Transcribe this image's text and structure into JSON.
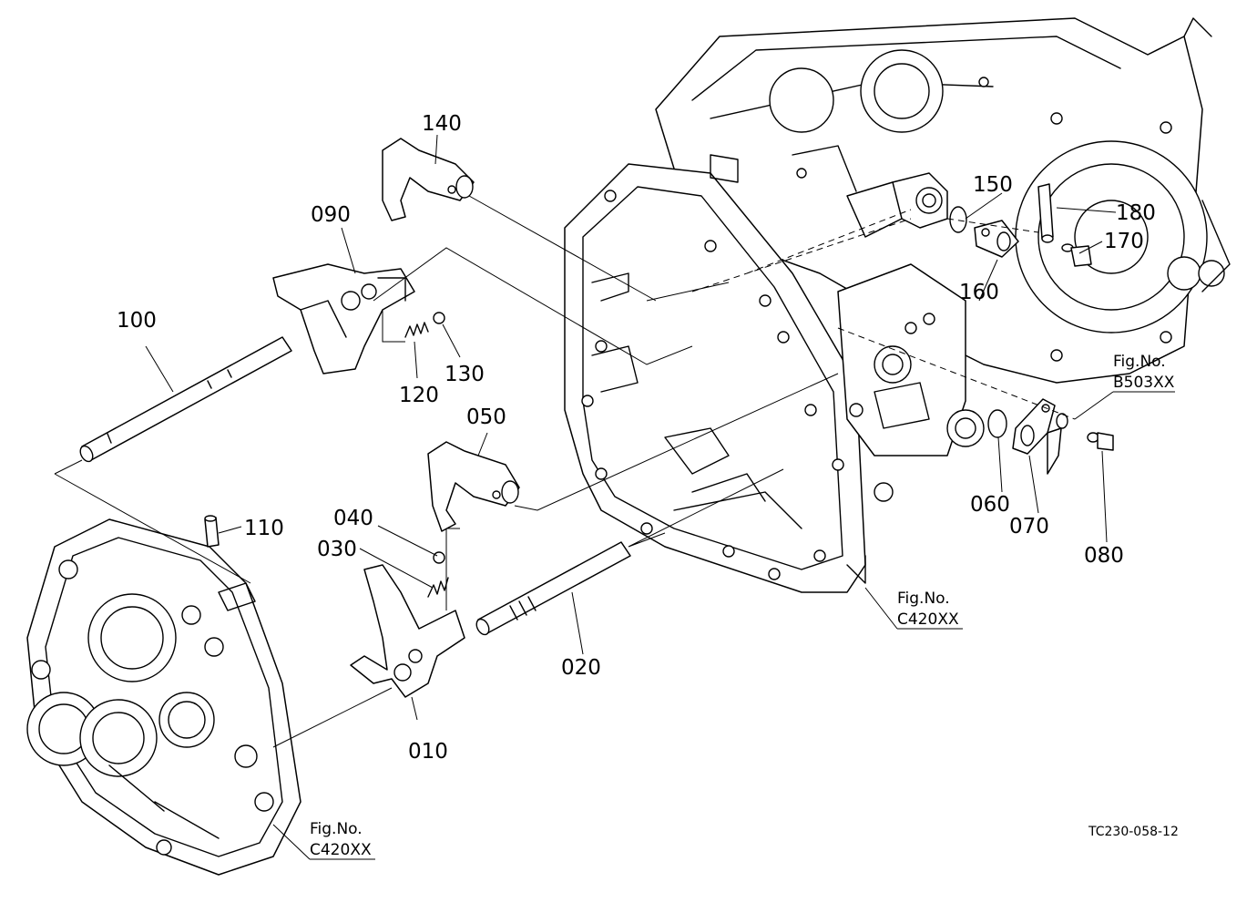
{
  "labels": {
    "p010": "010",
    "p020": "020",
    "p030": "030",
    "p040": "040",
    "p050": "050",
    "p060": "060",
    "p070": "070",
    "p080": "080",
    "p090": "090",
    "p100": "100",
    "p110": "110",
    "p120": "120",
    "p130": "130",
    "p140": "140",
    "p150": "150",
    "p160": "160",
    "p170": "170",
    "p180": "180"
  },
  "references": [
    {
      "prefix": "Fig.No.",
      "code": "B503XX"
    },
    {
      "prefix": "Fig.No.",
      "code": "C420XX"
    },
    {
      "prefix": "Fig.No.",
      "code": "C420XX"
    }
  ],
  "drawing_code": "TC230-058-12"
}
